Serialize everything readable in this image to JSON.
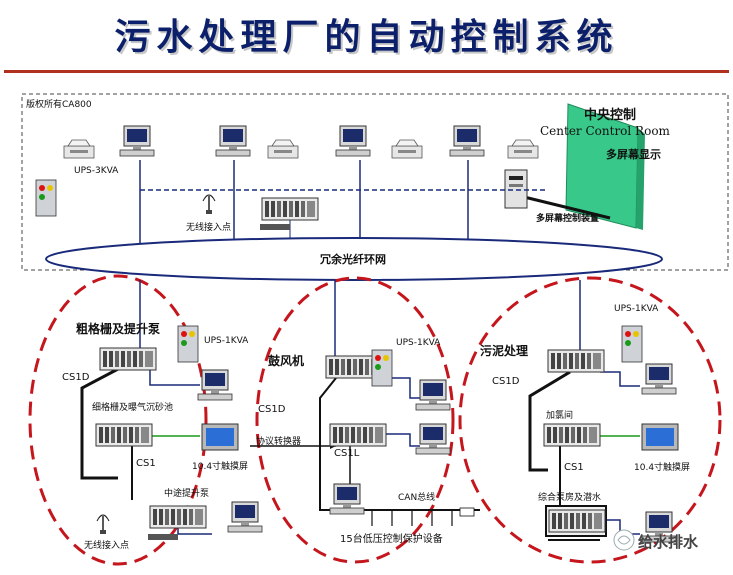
{
  "title": "污水处理厂的自动控制系统",
  "top": {
    "copyright": "版权所有CA800",
    "central_title": "中央控制",
    "central_room": "Center Control Room",
    "multi_screen": "多屏幕显示",
    "multi_screen_ctrl": "多屏幕控制装置",
    "ups": "UPS-3KVA",
    "wireless": "无线接入点",
    "ring": "冗余光纤环网"
  },
  "zone1": {
    "name": "粗格栅及提升泵",
    "ups": "UPS-1KVA",
    "cs1d": "CS1D",
    "sub": "细格栅及曝气沉砂池",
    "cs1": "CS1",
    "touch": "10.4寸触摸屏",
    "mid": "中途提升泵",
    "wireless": "无线接入点"
  },
  "zone2": {
    "name": "鼓风机",
    "ups": "UPS-1KVA",
    "cs1d": "CS1D",
    "conv": "协议转换器",
    "cs11": "CS1L",
    "can": "CAN总线",
    "protect": "15台低压控制保护设备"
  },
  "zone3": {
    "name": "污泥处理",
    "ups": "UPS-1KVA",
    "cs1d": "CS1D",
    "dosing": "加氯间",
    "cs1": "CS1",
    "touch": "10.4寸触摸屏",
    "pump": "综合泵房及潜水"
  },
  "watermark": "给水排水",
  "colors": {
    "title": "#0b1f6a",
    "dash": "#c4161c",
    "line": "#1a2a7a",
    "screen": "#2b6fd6",
    "wall": "#38c98a"
  }
}
